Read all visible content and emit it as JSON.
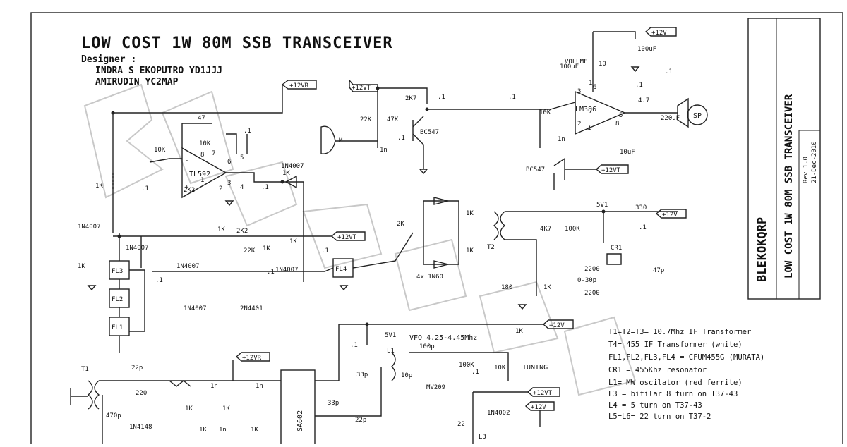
{
  "title": "LOW COST 1W 80M SSB TRANSCEIVER",
  "designer_label": "Designer :",
  "designers": [
    "INDRA S EKOPUTRO YD1JJJ",
    "AMIRUDIN YC2MAP"
  ],
  "watermark": "BLEKOKQRP",
  "title_block": {
    "org": "BLEKOKQRP",
    "title": "LOW COST 1W 80M SSB TRANSCEIVER",
    "rev": "Rev 1.0",
    "date": "21-Dec-2010"
  },
  "notes": [
    "T1=T2=T3=  10.7Mhz IF Transformer",
    "T4=  455 IF Transformer (white)",
    "FL1,FL2,FL3,FL4 =  CFUM455G (MURATA)",
    "CR1 = 455Khz resonator",
    "L1= MW oscilator (red ferrite)",
    "L3 = bifilar 8 turn on T37-43",
    "L4 = 5 turn on T37-43",
    "L5=L6= 22 turn on T37-2"
  ],
  "vfo_label": "VFO 4.25-4.45Mhz",
  "tuning_label": "TUNING",
  "volume_label": "VOLUME",
  "power_labels": {
    "v12": "+12V",
    "v12vr": "+12VR",
    "v12vt": "+12VT"
  },
  "components": {
    "ic_tl592": "TL592",
    "ic_lm386": "LM386",
    "ic_sa602": "SA602",
    "q_bc547": "BC547",
    "q_2n4401": "2N4401",
    "d_1n4007": "1N4007",
    "d_1n4002": "1N4002",
    "d_1n4148": "1N4148",
    "d_1n60": "4x 1N60",
    "d_mv209": "MV209",
    "fl1": "FL1",
    "fl2": "FL2",
    "fl3": "FL3",
    "fl4": "FL4",
    "t1": "T1",
    "t2": "T2",
    "l1": "L1",
    "l3": "L3",
    "cr1": "CR1",
    "sv1": "5V1",
    "mic": "M",
    "speaker": "SP",
    "r_1k": "1K",
    "r_10k": "10K",
    "r_47": "47",
    "r_2k2": "2K2",
    "r_22k": "22K",
    "r_2k7": "2K7",
    "r_47k": "47K",
    "r_4k7": "4K7",
    "r_100k": "100K",
    "r_180": "180",
    "r_330": "330",
    "r_10": "10",
    "r_4_7": "4.7",
    "r_22": "22",
    "r_2k": "2K",
    "c_p1": ".1",
    "c_1n": "1n",
    "c_100uf": "100uF",
    "c_10uf": "10uF",
    "c_220uf": "220uF",
    "c_2200": "2200",
    "c_47p": "47p",
    "c_0_30p": "0-30p",
    "c_22p": "22p",
    "c_220": "220",
    "c_470p": "470p",
    "c_33p": "33p",
    "c_100p": "100p",
    "c_10p": "10p",
    "pin_1": "1",
    "pin_2": "2",
    "pin_3": "3",
    "pin_4": "4",
    "pin_5": "5",
    "pin_6": "6",
    "pin_7": "7",
    "pin_8": "8",
    "minus": "-",
    "plus": "+"
  }
}
